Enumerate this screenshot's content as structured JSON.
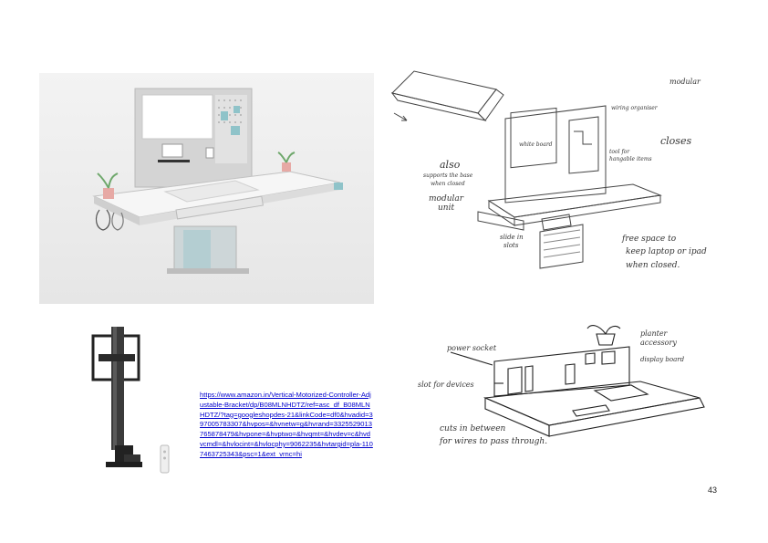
{
  "page": {
    "number": "43"
  },
  "link": {
    "url": "https://www.amazon.in/Vertical-Motorized-Controller-Adjustable-Bracket/dp/B08MLNHDTZ/ref=asc_df_B08MLNHDTZ/?tag=googleshopdes-21&linkCode=df0&hvadid=397005783307&hvpos=&hvnetw=g&hvrand=3325529013765878479&hvpone=&hvptwo=&hvqmt=&hvdev=c&hvdvcmdl=&hvlocint=&hvlocphy=9062235&hvtargid=pla-1107463725343&psc=1&ext_vrnc=hi"
  },
  "sketch_top": {
    "labels": {
      "modular": "modular",
      "wiring": "wiring organiser",
      "whiteboard": "white board",
      "closes": "closes",
      "also": "also",
      "supports": "supports the base",
      "when_closed": "when closed",
      "tool_for": "tool for",
      "hangable": "hangable items",
      "modular_unit_1": "modular",
      "modular_unit_2": "unit",
      "slide_1": "slide in",
      "slide_2": "slots",
      "free_1": "free space to",
      "free_2": "keep laptop or ipad",
      "free_3": "when closed."
    }
  },
  "sketch_bottom": {
    "labels": {
      "power_socket": "power socket",
      "planter_1": "planter",
      "planter_2": "accessory",
      "slot": "slot for devices",
      "display": "display board",
      "cuts_1": "cuts in between",
      "cuts_2": "for wires to pass through."
    }
  }
}
